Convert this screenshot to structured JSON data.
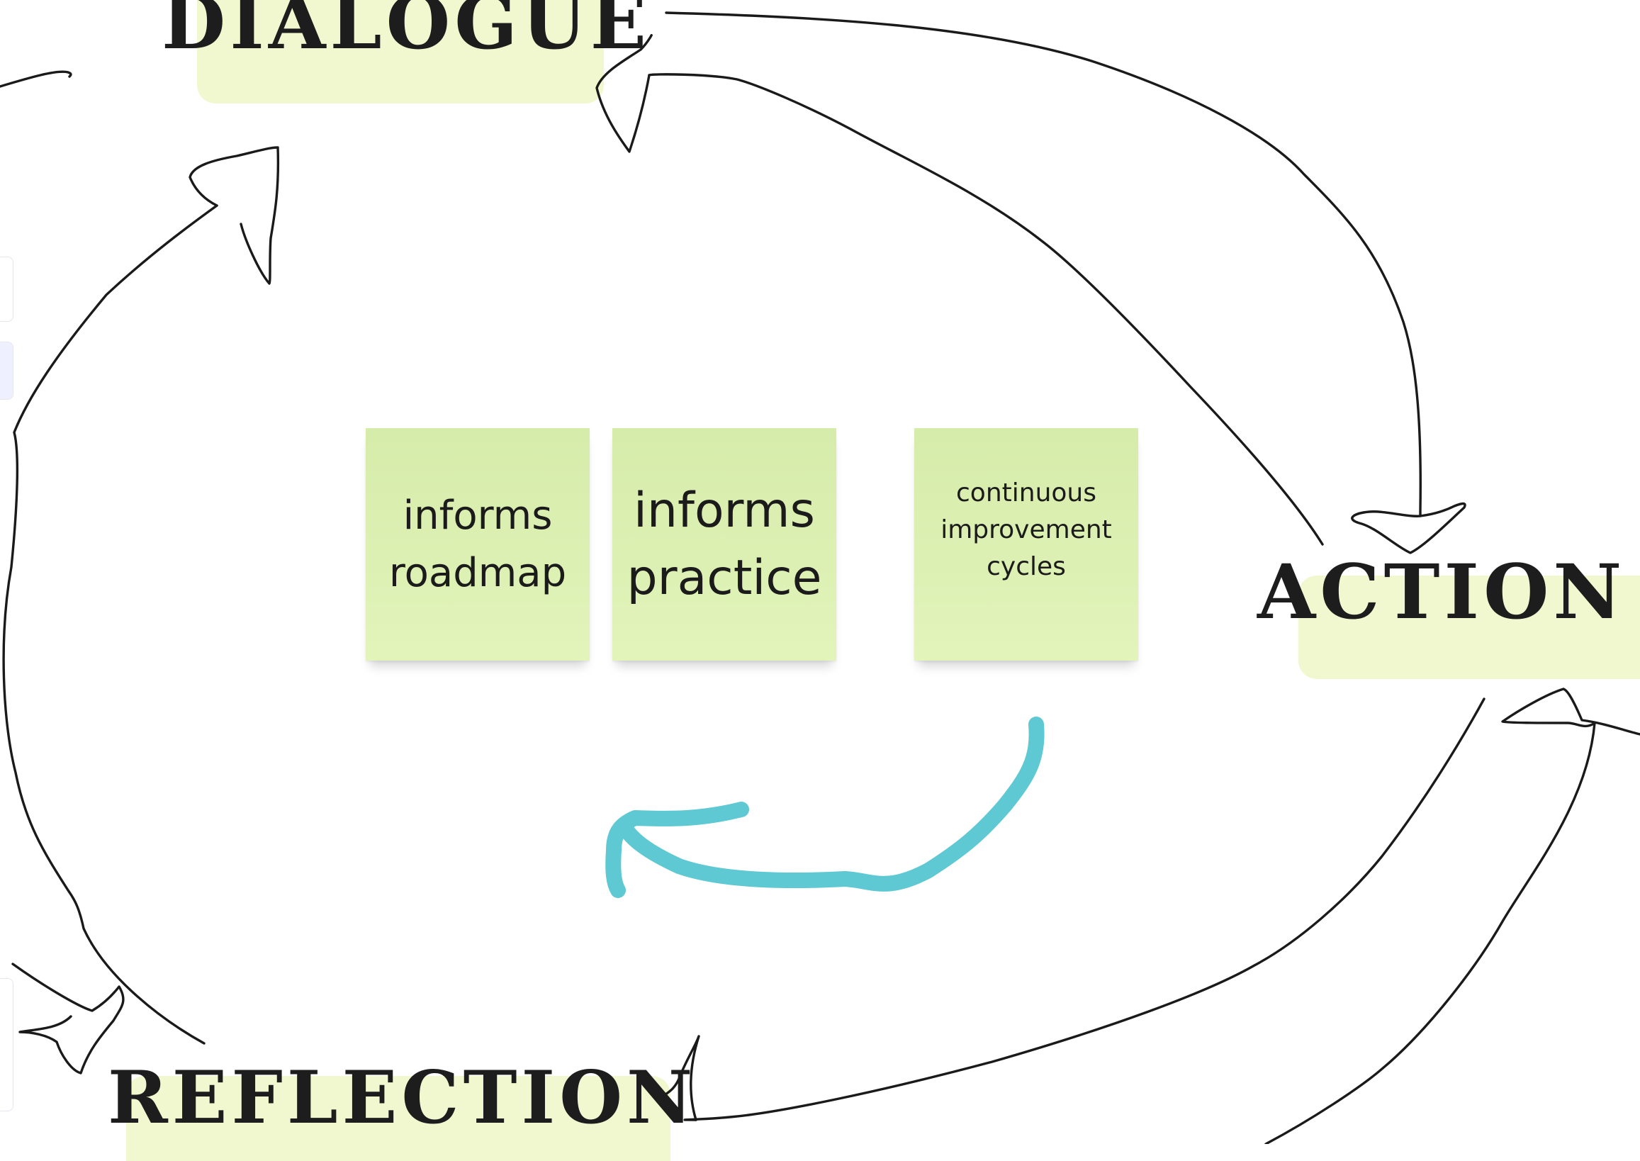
{
  "diagram": {
    "stages": [
      {
        "id": "dialogue",
        "label": "DIALOGUE"
      },
      {
        "id": "action",
        "label": "ACTION"
      },
      {
        "id": "reflection",
        "label": "REFLECTION"
      }
    ],
    "notes": [
      {
        "id": "roadmap",
        "lines": [
          "informs",
          "roadmap"
        ]
      },
      {
        "id": "practice",
        "lines": [
          "informs",
          "practice"
        ]
      },
      {
        "id": "cycles",
        "lines": [
          "continuous",
          "improvement",
          "cycles"
        ]
      }
    ],
    "colors": {
      "note_fill": "#d9eeb0",
      "label_highlight": "#f1f8d0",
      "stroke": "#1a1a1a",
      "accent_arrow": "#5ec8d3"
    }
  }
}
